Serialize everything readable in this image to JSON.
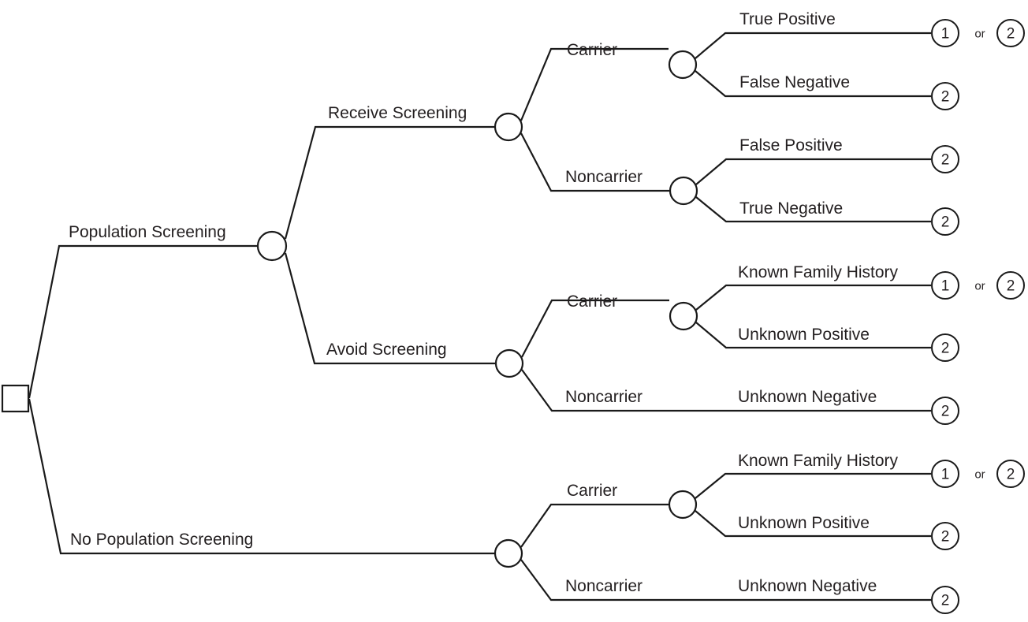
{
  "diagram": {
    "type": "decision-tree",
    "title": "",
    "background_color": "#ffffff",
    "line_color": "#1a1a1a",
    "text_color": "#231f20"
  },
  "labels": {
    "population_screening": "Population Screening",
    "no_population_screening": "No Population Screening",
    "receive_screening": "Receive Screening",
    "avoid_screening": "Avoid Screening",
    "carrier_a": "Carrier",
    "noncarrier_a": "Noncarrier",
    "carrier_b": "Carrier",
    "noncarrier_b": "Noncarrier",
    "carrier_c": "Carrier",
    "noncarrier_c": "Noncarrier",
    "true_positive": "True Positive",
    "false_negative": "False Negative",
    "false_positive": "False Positive",
    "true_negative": "True Negative",
    "known_family_history_1": "Known Family History",
    "unknown_positive_1": "Unknown Positive",
    "unknown_negative_1": "Unknown Negative",
    "known_family_history_2": "Known Family History",
    "unknown_positive_2": "Unknown Positive",
    "unknown_negative_2": "Unknown Negative"
  },
  "payoffs": {
    "true_positive": "1",
    "true_positive_alt": "2",
    "false_negative": "2",
    "false_positive": "2",
    "true_negative": "2",
    "known_family_history_1": "1",
    "known_family_history_1_alt": "2",
    "unknown_positive_1": "2",
    "unknown_negative_1": "2",
    "known_family_history_2": "1",
    "known_family_history_2_alt": "2",
    "unknown_positive_2": "2",
    "unknown_negative_2": "2"
  },
  "connectors": {
    "or_1": "or",
    "or_2": "or",
    "or_3": "or"
  }
}
